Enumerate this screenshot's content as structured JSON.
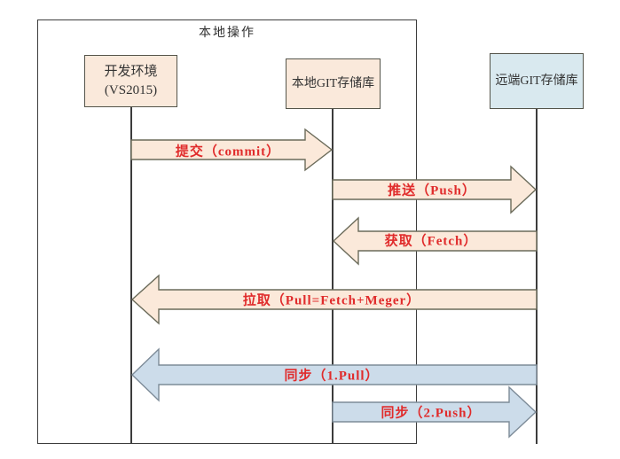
{
  "diagram": {
    "type": "git-sequence-diagram",
    "frame": {
      "label": "本地操作"
    },
    "nodes": [
      {
        "id": "dev-environment",
        "label_line1": "开发环境",
        "label_line2": "(VS2015)",
        "fill": "#fae9db"
      },
      {
        "id": "local-git-repo",
        "label": "本地GIT存储库",
        "fill": "#fae9db"
      },
      {
        "id": "remote-git-repo",
        "label": "远端GIT存储库",
        "fill": "#d9e9ef"
      }
    ],
    "arrows": [
      {
        "id": "commit",
        "label": "提交（commit）",
        "from": "dev-environment",
        "to": "local-git-repo",
        "direction": "right",
        "fill": "#fbe9da",
        "stroke": "#6b6b5a"
      },
      {
        "id": "push",
        "label": "推送（Push）",
        "from": "local-git-repo",
        "to": "remote-git-repo",
        "direction": "right",
        "fill": "#fbe9da",
        "stroke": "#6b6b5a"
      },
      {
        "id": "fetch",
        "label": "获取（Fetch）",
        "from": "remote-git-repo",
        "to": "local-git-repo",
        "direction": "left",
        "fill": "#fbe9da",
        "stroke": "#6b6b5a"
      },
      {
        "id": "pull",
        "label": "拉取（Pull=Fetch+Meger）",
        "from": "remote-git-repo",
        "to": "dev-environment",
        "direction": "left",
        "fill": "#fbe9da",
        "stroke": "#6b6b5a"
      },
      {
        "id": "sync-pull",
        "label": "同步（1.Pull）",
        "from": "remote-git-repo",
        "to": "dev-environment",
        "direction": "left",
        "fill": "#ccdcea",
        "stroke": "#7d8b98"
      },
      {
        "id": "sync-push",
        "label": "同步（2.Push）",
        "from": "local-git-repo",
        "to": "remote-git-repo",
        "direction": "right",
        "fill": "#ccdcea",
        "stroke": "#7d8b98"
      }
    ],
    "colors": {
      "label_red": "#e02b2b",
      "line": "#3c3c3c",
      "peach_fill": "#fbe9da",
      "peach_stroke": "#6b6b5a",
      "blue_fill": "#ccdcea",
      "blue_stroke": "#7d8b98",
      "node_fill_cream": "#fae9db",
      "node_fill_blue": "#d9e9ef"
    }
  }
}
